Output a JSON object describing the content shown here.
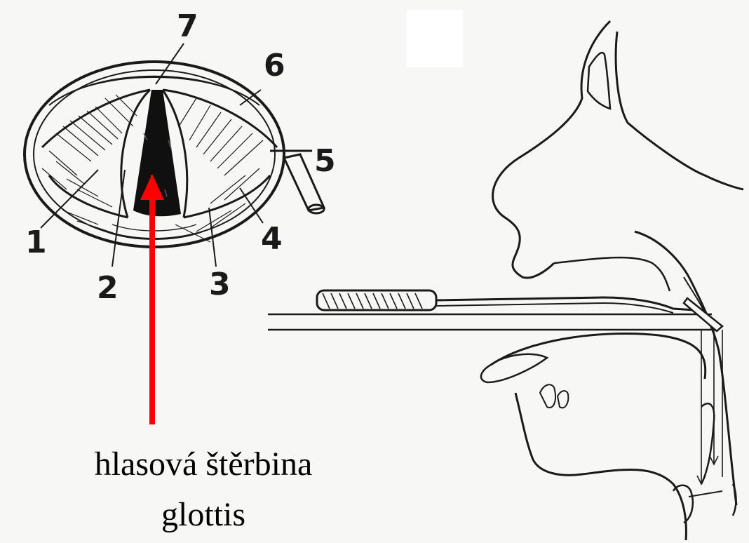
{
  "labels": {
    "n1": "1",
    "n2": "2",
    "n3": "3",
    "n4": "4",
    "n5": "5",
    "n6": "6",
    "n7": "7"
  },
  "caption": {
    "line1": "hlasová štěrbina",
    "line2": "glottis"
  },
  "colors": {
    "arrow": "#ff0000",
    "ink": "#1a1a1a",
    "paper": "#f7f7f5"
  }
}
